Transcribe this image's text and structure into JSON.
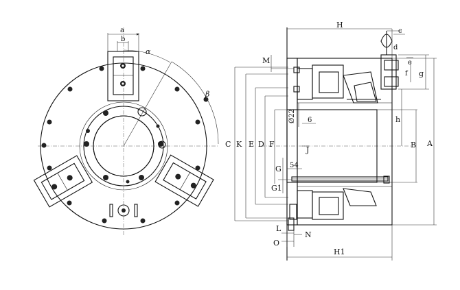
{
  "front_view": {
    "dim_a": "a",
    "dim_b": "b",
    "angle_alpha": "α",
    "angle_beta": "β"
  },
  "side_view": {
    "H": "H",
    "H1": "H1",
    "M": "M",
    "C": "C",
    "K": "K",
    "E": "E",
    "D": "D",
    "F": "F",
    "G": "G",
    "G1": "G1",
    "J": "J",
    "L": "L",
    "N": "N",
    "O": "O",
    "A": "A",
    "B": "B",
    "g": "g",
    "h": "h",
    "f": "f",
    "e": "e",
    "d": "d",
    "c": "c",
    "dia22": "Ø22",
    "six": "6",
    "fiftyfour": "54"
  }
}
